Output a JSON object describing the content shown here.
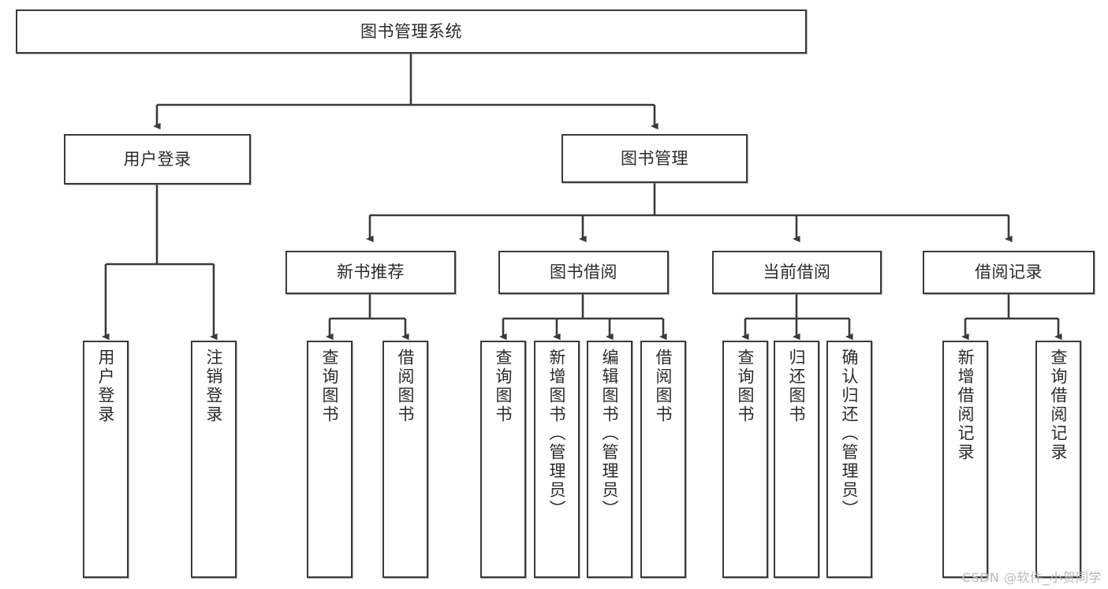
{
  "diagram": {
    "title": "图书管理系统",
    "type": "tree-hierarchy",
    "levels": 4,
    "colors": {
      "stroke": "#3a3a3a",
      "fill": "#ffffff",
      "text": "#2b2b2b",
      "watermark": "#b9b9b9"
    },
    "root": {
      "label": "图书管理系统"
    },
    "level2": [
      {
        "label": "用户登录"
      },
      {
        "label": "图书管理"
      }
    ],
    "level3": [
      {
        "label": "新书推荐"
      },
      {
        "label": "图书借阅"
      },
      {
        "label": "当前借阅"
      },
      {
        "label": "借阅记录"
      }
    ],
    "leaves": {
      "user_login": [
        {
          "label": "用户登录"
        },
        {
          "label": "注销登录"
        }
      ],
      "new_book_recommend": [
        {
          "label": "查询图书"
        },
        {
          "label": "借阅图书"
        }
      ],
      "book_borrow": [
        {
          "label": "查询图书"
        },
        {
          "label": "新增图书（管理员）"
        },
        {
          "label": "编辑图书（管理员）"
        },
        {
          "label": "借阅图书"
        }
      ],
      "current_borrow": [
        {
          "label": "查询图书"
        },
        {
          "label": "归还图书"
        },
        {
          "label": "确认归还（管理员）"
        }
      ],
      "borrow_record": [
        {
          "label": "新增借阅记录"
        },
        {
          "label": "查询借阅记录"
        }
      ]
    }
  },
  "watermark": {
    "text": "CSDN @软件_小贺同学"
  }
}
